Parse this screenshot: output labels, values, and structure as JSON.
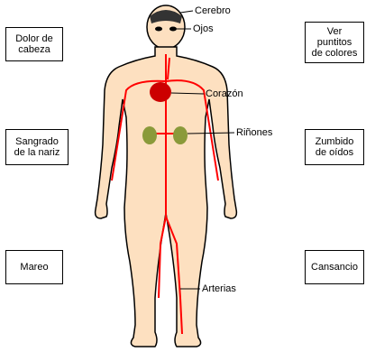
{
  "symptoms_left": [
    "Dolor de\ncabeza",
    "Sangrado\nde la nariz",
    "Mareo"
  ],
  "symptoms_right": [
    "Ver\npuntitos\nde colores",
    "Zumbido\nde oídos",
    "Cansancio"
  ],
  "organ_labels": [
    "Cerebro",
    "Ojos",
    "Corazón",
    "Riñones",
    "Arterias"
  ],
  "colors": {
    "skin": "#fde0c0",
    "outline": "#000000",
    "artery": "#ff0000",
    "heart": "#cc0000",
    "kidney": "#8a9a3a",
    "brain": "#333333"
  }
}
